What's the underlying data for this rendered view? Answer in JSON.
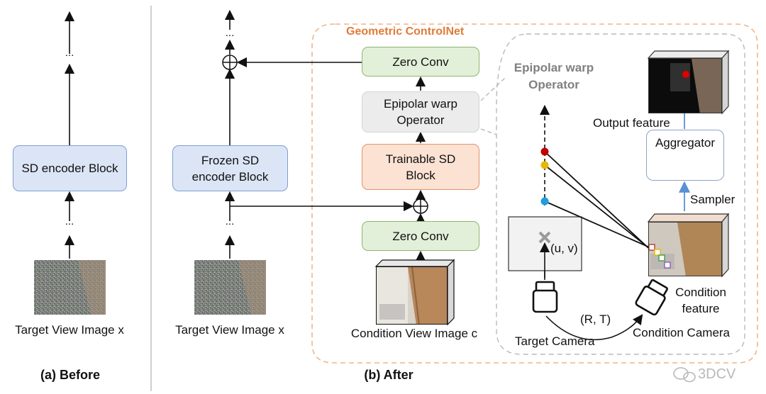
{
  "before": {
    "caption": "(a) Before",
    "encoder": "SD encoder Block",
    "ellipsis_top": "...",
    "ellipsis_mid": "...",
    "image_label": "Target View Image x"
  },
  "after": {
    "caption": "(b) After",
    "frozen": "Frozen SD\nencoder Block",
    "ellipsis_top": "...",
    "ellipsis_mid": "...",
    "image_label": "Target View Image x"
  },
  "controlnet": {
    "title": "Geometric ControlNet",
    "zero_conv_top": "Zero Conv",
    "epipolar": "Epipolar warp\nOperator",
    "trainable": "Trainable SD\nBlock",
    "zero_conv_bottom": "Zero Conv",
    "condition_image_label": "Condition View Image c"
  },
  "detail": {
    "title": "Epipolar warp\nOperator",
    "output_feature": "Output feature",
    "aggregator": "Aggregator",
    "sampler": "Sampler",
    "uv": "(u, v)",
    "condition_feature": "Condition\nfeature",
    "rt": "(R, T)",
    "target_camera": "Target Camera",
    "condition_camera": "Condition Camera"
  },
  "watermark": "3DCV",
  "colors": {
    "blue_fill": "#dbe5f5",
    "green_fill": "#e3f0d9",
    "orange_fill": "#fbe2d3",
    "gray_fill": "#ececec",
    "controlnet_title": "#e07b39",
    "dashed_outline": "#f2b48c",
    "detail_title": "#808080",
    "dot_red": "#c00000",
    "dot_yellow": "#e6b800",
    "dot_blue": "#1f9de0",
    "sampler_arrow": "#5b8fd4"
  }
}
